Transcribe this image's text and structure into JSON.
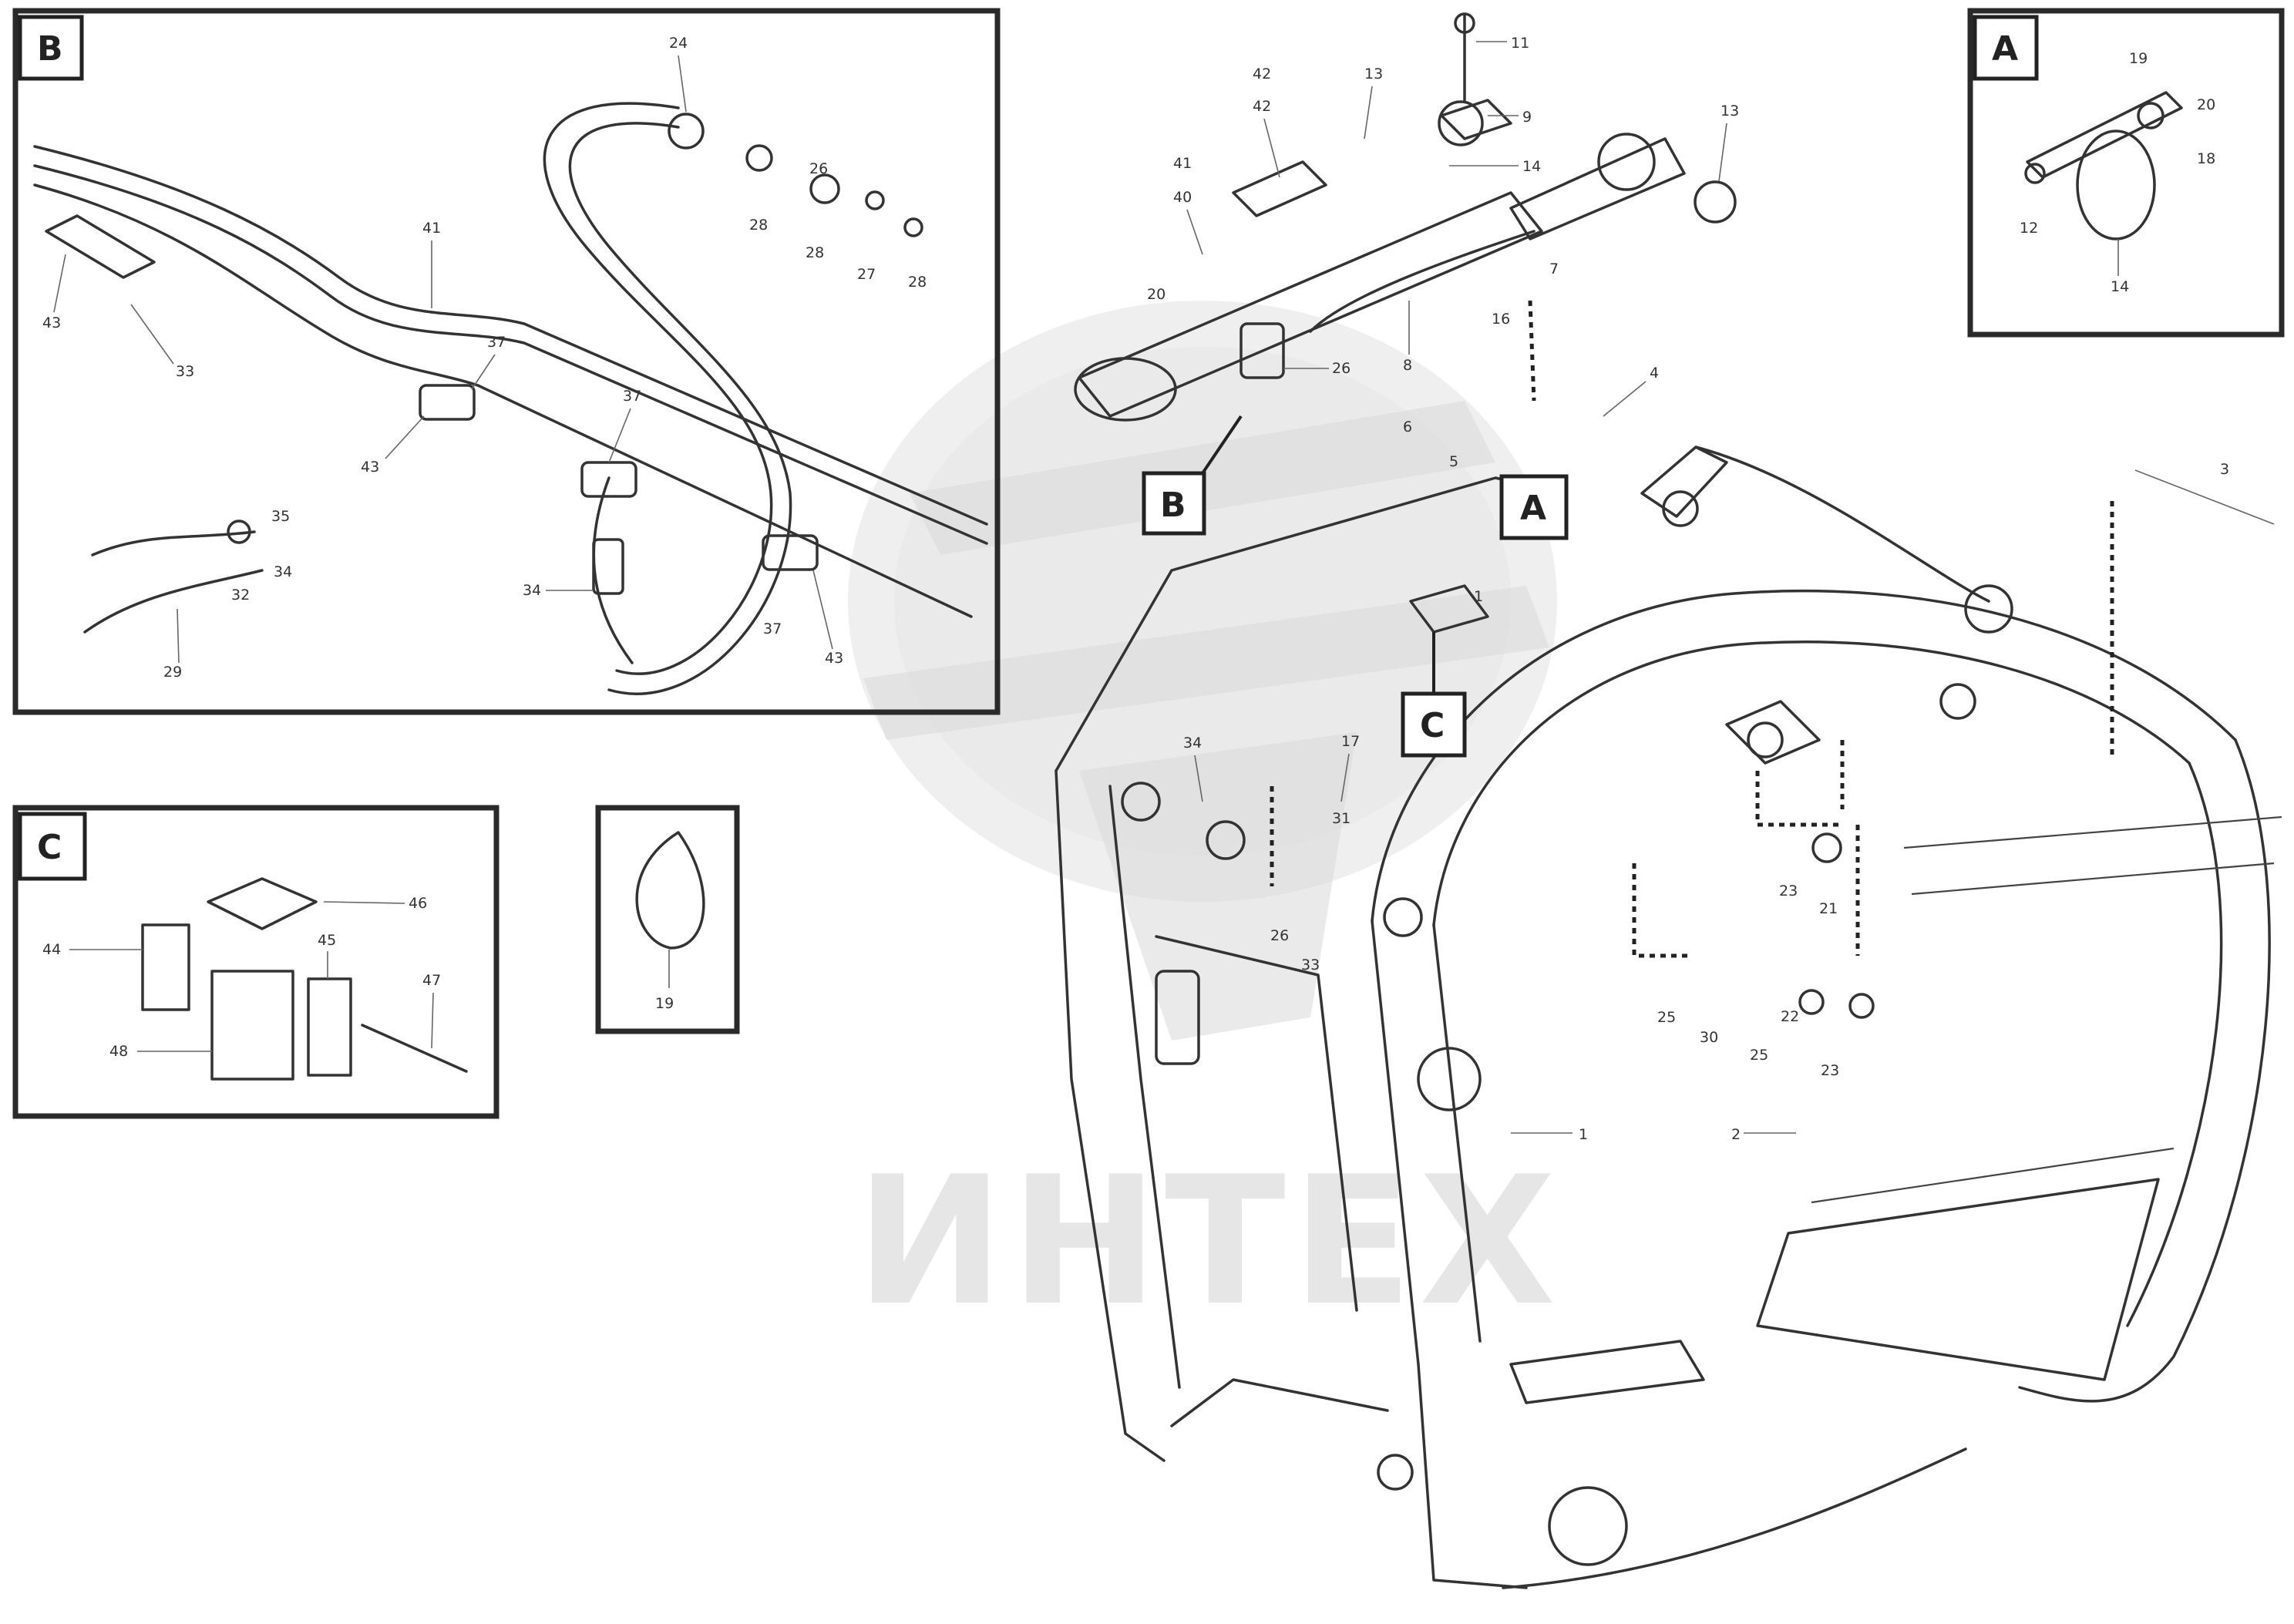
{
  "detail_tags": {
    "a": "A",
    "b": "B",
    "c": "C"
  },
  "watermark": {
    "text": "ИНТЕХ"
  },
  "footer": {
    "line1": "",
    "line2": "",
    "line3": ""
  },
  "callouts": {
    "b_hose_top": "24",
    "b_fit1": "28",
    "b_fit2": "28",
    "b_fit3": "27",
    "b_fit4": "28",
    "b_fit5": "26",
    "b_pipe": "41",
    "b_left1": "43",
    "b_left2": "33",
    "b_mid1": "37",
    "b_mid2": "43",
    "b_mid3": "37",
    "b_hose_low": "34",
    "b_right1": "37",
    "b_right2": "43",
    "b_small1": "35",
    "b_small2": "34",
    "b_small3": "32",
    "b_small4": "29",
    "c_plate": "46",
    "c_left": "44",
    "c_right": "45",
    "c_bolt": "47",
    "c_block": "48",
    "loop_label": "19",
    "a_top": "19",
    "a_right1": "20",
    "a_right2": "18",
    "a_left": "12",
    "a_bottom": "14",
    "m_top_bolt": "11",
    "m_top1": "13",
    "m_top2": "42",
    "m_top3": "42",
    "m_nut": "9",
    "m_rod": "14",
    "m_cyl_l1": "41",
    "m_cyl_l2": "40",
    "m_cyl_l3": "20",
    "m_cyl_b": "26",
    "m_cyl_mid": "8",
    "m_right_nut": "13",
    "m_pin": "7",
    "m_pin2": "16",
    "m_pin3": "6",
    "m_bolt_r": "4",
    "m_link": "5",
    "m_top_right": "3",
    "m_a1": "1",
    "m_r1": "23",
    "m_r2": "21",
    "m_r3": "22",
    "m_r4": "25",
    "m_r5": "30",
    "m_r6": "25",
    "m_r7": "23",
    "m_c1": "34",
    "m_c2": "17",
    "m_c3": "31",
    "m_c4": "26",
    "m_c5": "33",
    "m_frame": "1",
    "m_tine": "2"
  }
}
